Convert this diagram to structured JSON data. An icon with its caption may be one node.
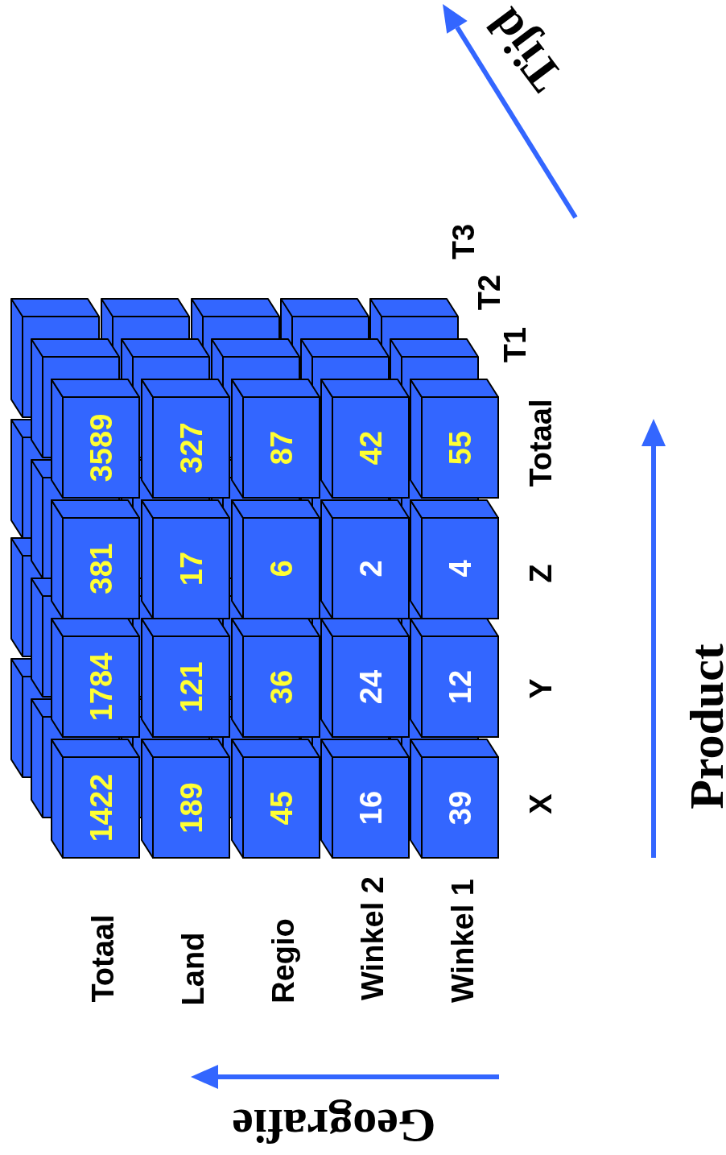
{
  "diagram": {
    "nodes": [
      {
        "text": [
          "3589"
        ]
      },
      {
        "text": [
          "327"
        ]
      },
      {
        "text": [
          "87"
        ]
      },
      {
        "text": [
          "42"
        ]
      },
      {
        "text": [
          "55"
        ]
      },
      {
        "text": [
          "381"
        ]
      },
      {
        "text": [
          "17"
        ]
      },
      {
        "text": [
          "6"
        ]
      },
      {
        "text": [
          "2"
        ]
      },
      {
        "text": [
          "4"
        ]
      },
      {
        "text": [
          "1784"
        ]
      },
      {
        "text": [
          "121"
        ]
      },
      {
        "text": [
          "36"
        ]
      },
      {
        "text": [
          "24"
        ]
      },
      {
        "text": [
          "12"
        ]
      },
      {
        "text": [
          "1422"
        ]
      },
      {
        "text": [
          "189"
        ]
      },
      {
        "text": [
          "45"
        ]
      },
      {
        "text": [
          "16"
        ]
      },
      {
        "text": [
          "39"
        ]
      }
    ],
    "edges": [],
    "labels": [
      "Tijd",
      "T3",
      "T2",
      "T1",
      "Totaal",
      "Z",
      "Y",
      "X",
      "Product",
      "Totaal",
      "Land",
      "Regio",
      "Winkel 2",
      "Winkel 1",
      "Geografie"
    ]
  }
}
